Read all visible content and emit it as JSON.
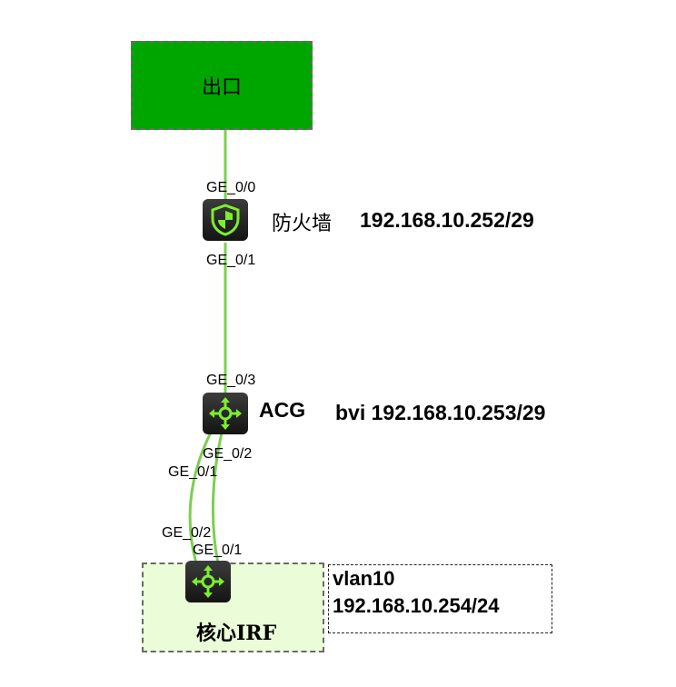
{
  "colors": {
    "link": "#7ccf50",
    "exit_fill": "#00a600",
    "core_fill": "#eafcd8",
    "device_icon_accent": "#7dee2e",
    "box_border": "#6a6a6a"
  },
  "exit": {
    "label": "出口"
  },
  "firewall": {
    "name": "防火墙",
    "ip": "192.168.10.252/29",
    "icon": "shield-icon",
    "ports": {
      "up": "GE_0/0",
      "down": "GE_0/1"
    }
  },
  "acg": {
    "name": "ACG",
    "ip": "bvi 192.168.10.253/29",
    "icon": "router-arrows-icon",
    "ports": {
      "up": "GE_0/3",
      "down_right": "GE_0/2",
      "down_left": "GE_0/1"
    }
  },
  "core": {
    "name": "核心IRF",
    "icon": "router-arrows-icon",
    "ports": {
      "up_left": "GE_0/2",
      "up_right": "GE_0/1"
    },
    "info": {
      "vlan": "vlan10",
      "ip": "192.168.10.254/24"
    }
  }
}
